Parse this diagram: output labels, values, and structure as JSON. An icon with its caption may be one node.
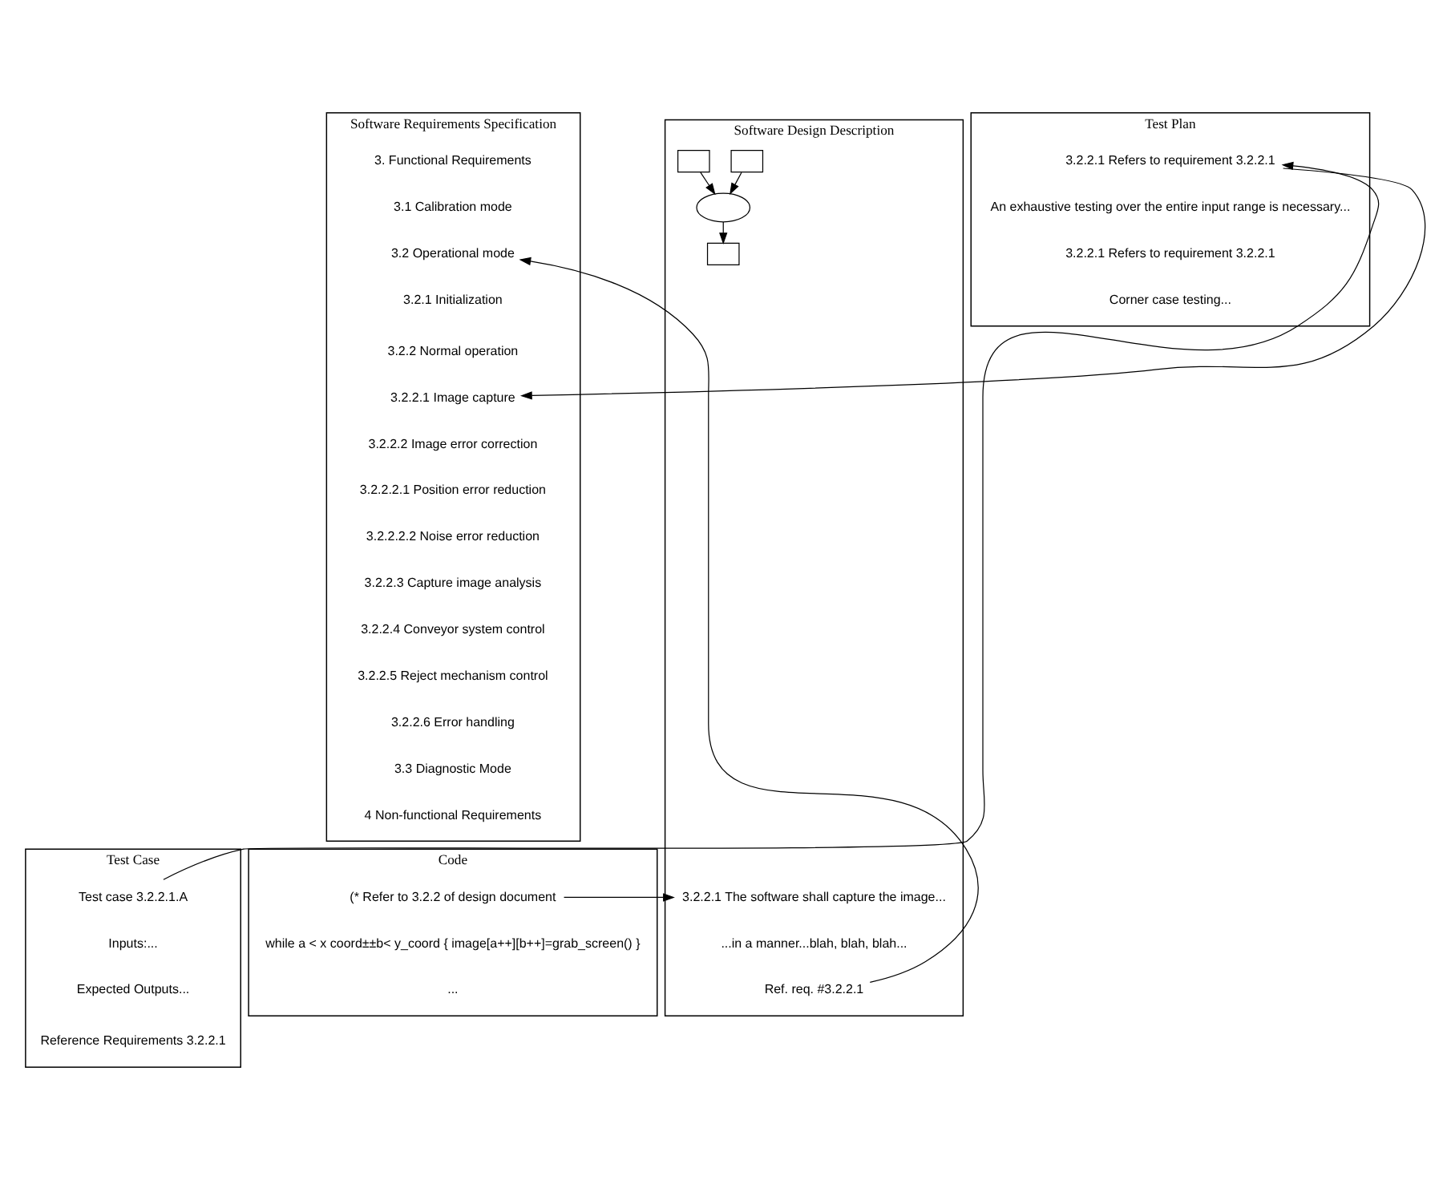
{
  "diagram": {
    "nodes": [
      {
        "text": [
          "Software Requirements Specification"
        ]
      },
      {
        "text": [
          "3. Functional Requirements"
        ],
        "in": 0
      },
      {
        "text": [
          "3.1 Calibration mode"
        ],
        "in": 0
      },
      {
        "text": [
          "3.2 Operational mode"
        ],
        "in": 0
      },
      {
        "text": [
          "3.2.1 Initialization"
        ],
        "in": 0
      },
      {
        "text": [
          "3.2.2 Normal operation"
        ],
        "in": 0
      },
      {
        "text": [
          "3.2.2.1 Image capture"
        ],
        "in": 0
      },
      {
        "text": [
          "3.2.2.2 Image error correction"
        ],
        "in": 0
      },
      {
        "text": [
          "3.2.2.2.1 Position error reduction"
        ],
        "in": 0
      },
      {
        "text": [
          "3.2.2.2.2 Noise error reduction"
        ],
        "in": 0
      },
      {
        "text": [
          "3.2.2.3 Capture image analysis"
        ],
        "in": 0
      },
      {
        "text": [
          "3.2.2.4 Conveyor system control"
        ],
        "in": 0
      },
      {
        "text": [
          "3.2.2.5 Reject mechanism control"
        ],
        "in": 0
      },
      {
        "text": [
          "3.2.2.6 Error handling"
        ],
        "in": 0
      },
      {
        "text": [
          "3.3 Diagnostic Mode"
        ],
        "in": 0
      },
      {
        "text": [
          "4 Non-functional Requirements"
        ],
        "in": 0
      },
      {
        "text": [
          "Software Design Description"
        ]
      },
      {
        "text": [
          "3.2.2.1 The software shall capture the image..."
        ],
        "in": 16
      },
      {
        "text": [],
        "shape": "box",
        "in": 16
      },
      {
        "text": [],
        "shape": "ellipse",
        "in": 16
      },
      {
        "text": [],
        "shape": "box",
        "in": 16
      },
      {
        "text": [],
        "shape": "box",
        "in": 16
      },
      {
        "text": [
          "...in a manner...blah, blah, blah..."
        ],
        "in": 16
      },
      {
        "text": [
          "Ref. req. #3.2.2.1"
        ],
        "in": 16
      },
      {
        "text": [
          "Code"
        ]
      },
      {
        "text": [
          "(* Refer to 3.2.2 of design document"
        ],
        "in": 24
      },
      {
        "text": [
          "while a < x coord±±b< y_coord { image[a++][b++]=grab_screen() }"
        ],
        "in": 24
      },
      {
        "text": [
          "..."
        ],
        "in": 24
      },
      {
        "text": [
          "Test Case"
        ]
      },
      {
        "text": [
          "Test case 3.2.2.1.A"
        ],
        "in": 28
      },
      {
        "text": [
          "Inputs:..."
        ],
        "in": 28
      },
      {
        "text": [
          "Expected Outputs..."
        ],
        "in": 28
      },
      {
        "text": [
          "Reference Requirements 3.2.2.1"
        ],
        "in": 28
      },
      {
        "text": [
          "Test Plan"
        ]
      },
      {
        "text": [
          "3.2.2.1 Refers to requirement 3.2.2.1"
        ],
        "in": 33
      },
      {
        "text": [
          "An exhaustive testing over the entire input range is necessary..."
        ],
        "in": 33
      },
      {
        "text": [
          "3.2.2.1 Refers to requirement 3.2.2.1"
        ],
        "in": 33
      },
      {
        "text": [
          "Corner case testing..."
        ],
        "in": 33
      }
    ],
    "edges": [
      {
        "from": 23,
        "to": 3,
        "arrow": "to"
      },
      {
        "from": 25,
        "to": 17,
        "arrow": "to"
      },
      {
        "from": 34,
        "to": 6,
        "arrow": "to"
      },
      {
        "from": 29,
        "to": 34,
        "arrow": "to"
      },
      {
        "from": 18,
        "to": 19,
        "arrow": "to"
      },
      {
        "from": 20,
        "to": 19,
        "arrow": "to"
      },
      {
        "from": 19,
        "to": 21,
        "arrow": "to"
      }
    ]
  }
}
